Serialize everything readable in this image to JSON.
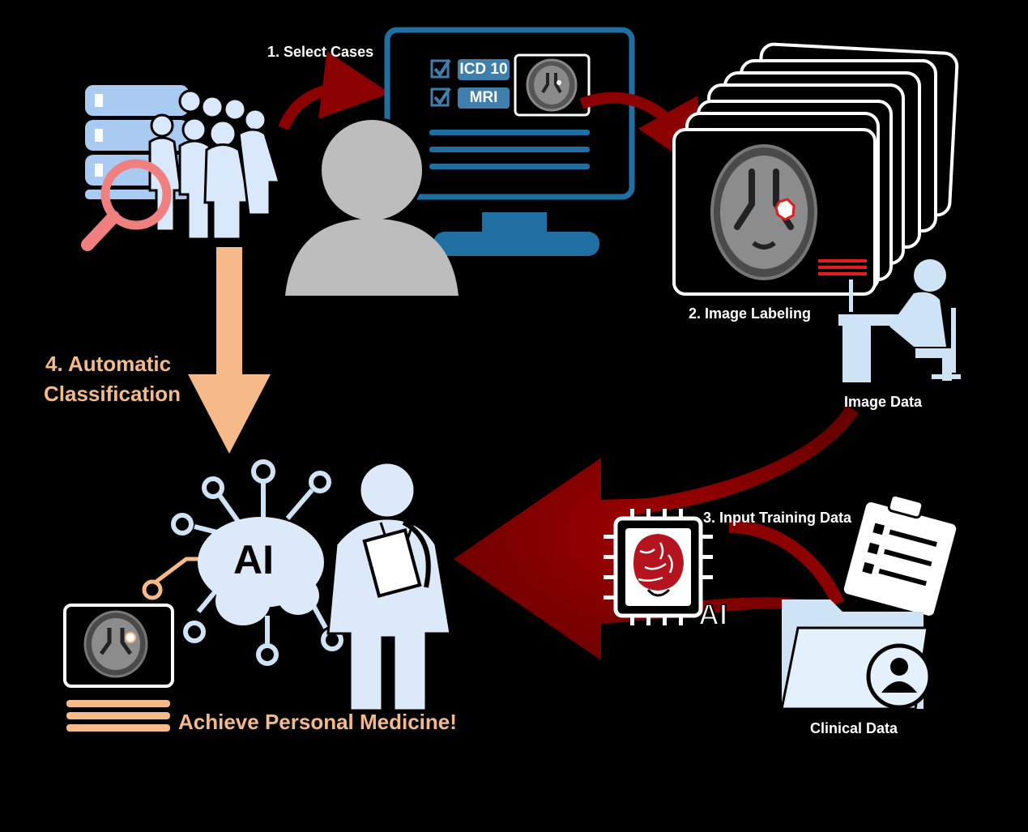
{
  "steps": {
    "select_cases": "1. Select Cases",
    "image_labeling": "2. Image Labeling",
    "input_training": "3. Input Training Data",
    "automatic_classification_line1": "4. Automatic",
    "automatic_classification_line2": "Classification"
  },
  "monitor_tags": {
    "icd": "ICD 10",
    "mri": "MRI"
  },
  "labels": {
    "image_data": "Image Data",
    "clinical_data": "Clinical Data",
    "ai_chip": "AI",
    "ai_robot": "AI",
    "result": "Achieve Personal Medicine!"
  },
  "colors": {
    "background": "#000000",
    "arrow_red": "#8B0000",
    "accent_orange": "#F6B989",
    "icon_light_blue": "#CFE3F7",
    "monitor_blue": "#1F6FA3",
    "person_gray": "#BDBDBD",
    "magnifier_pink": "#F07F7F"
  }
}
